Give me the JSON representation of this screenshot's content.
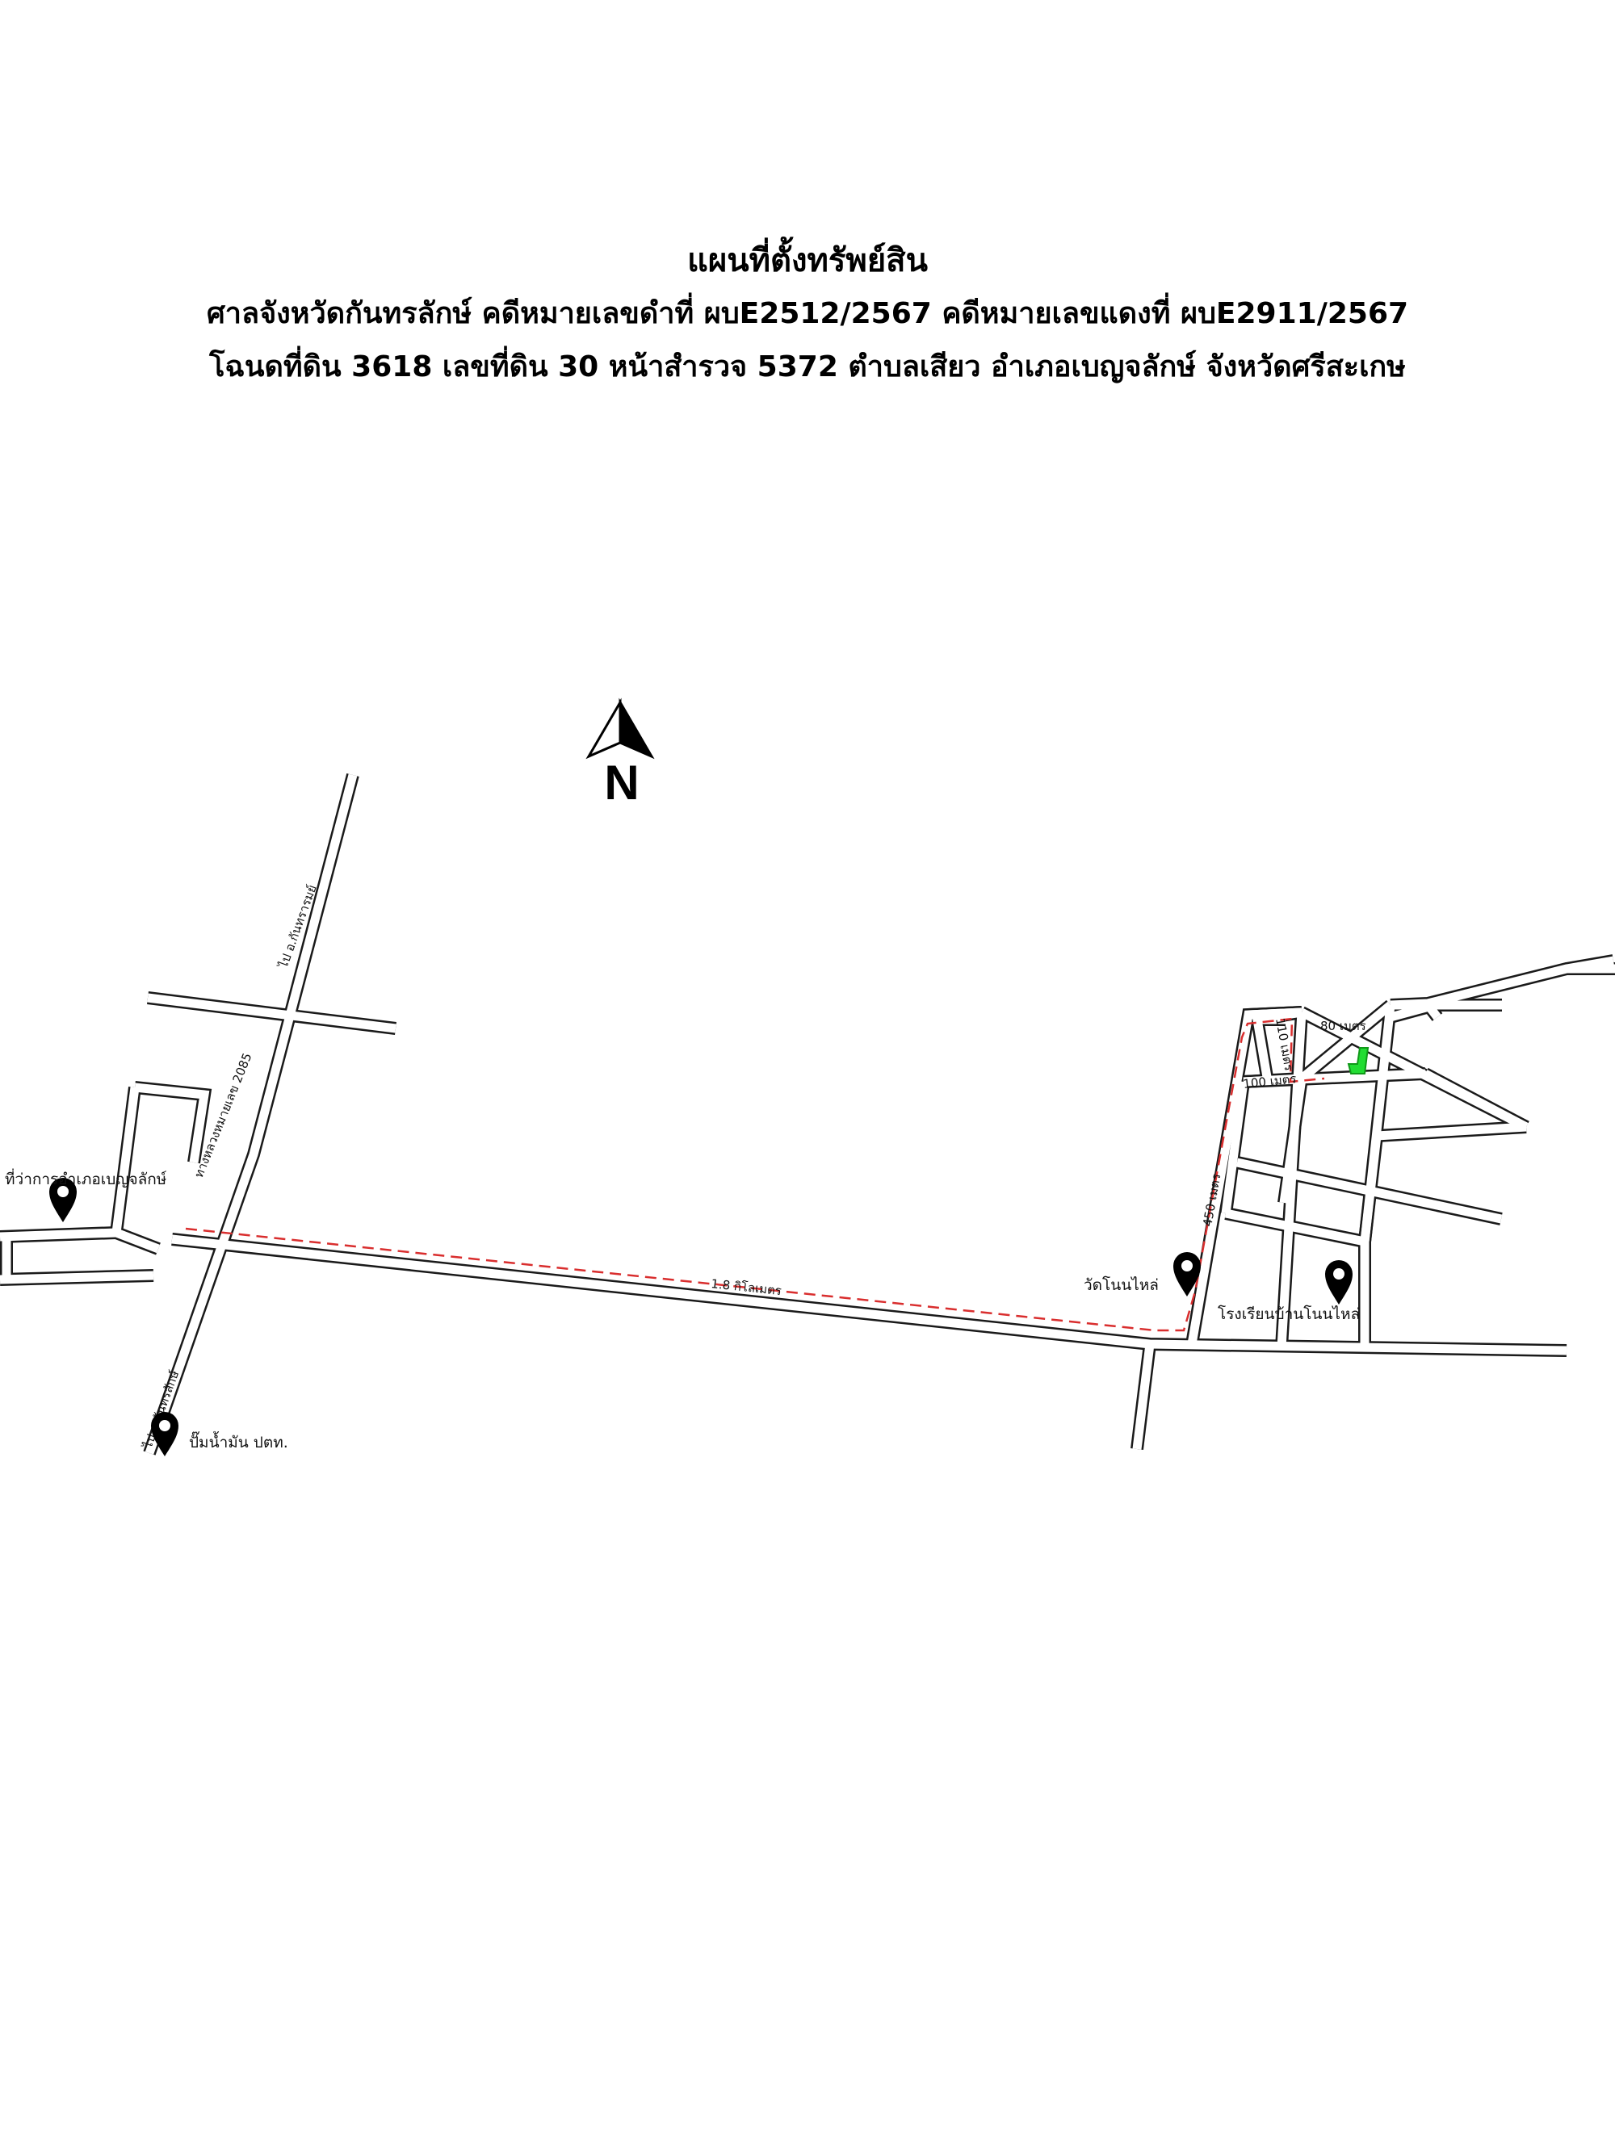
{
  "header": {
    "title": "แผนที่ตั้งทรัพย์สิน",
    "line2": "ศาลจังหวัดกันทรลักษ์ คดีหมายเลขดำที่ ผบE2512/2567 คดีหมายเลขแดงที่ ผบE2911/2567",
    "line3": "โฉนดที่ดิน 3618 เลขที่ดิน 30 หน้าสำรวจ 5372 ตำบลเสียว อำเภอเบญจลักษ์ จังหวัดศรีสะเกษ"
  },
  "compass": {
    "letter": "N"
  },
  "map": {
    "road_labels": {
      "highway": "ทางหลวงหมายเลข 2085",
      "to_north": "ไป อ.กันทรารมย์",
      "to_south": "ไป อ.กันทรลักษ์"
    },
    "distances": {
      "main": "1.8 กิโลเมตร",
      "d450": "450 เมตร",
      "d100": "100 เมตร",
      "d110": "110 เมตร",
      "d80": "80 เมตร"
    },
    "places": {
      "district_office": "ที่ว่าการอำเภอเบญจลักษ์",
      "gas_station": "ปั๊มน้ำมัน ปตท.",
      "temple": "วัดโนนไหล่",
      "school": "โรงเรียนบ้านโนนไหล่"
    },
    "colors": {
      "route": "#d92e2e",
      "property": "#22dd33",
      "road": "#1a1a1a"
    },
    "icons": [
      "map-pin-icon",
      "north-arrow-icon"
    ]
  }
}
